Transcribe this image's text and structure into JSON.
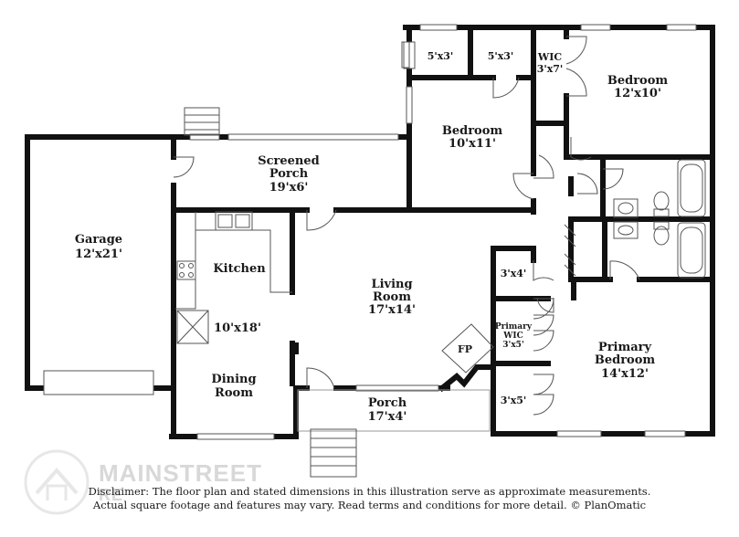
{
  "rooms": {
    "garage": {
      "name": "Garage",
      "size": "12'x21'"
    },
    "screened_porch": {
      "name1": "Screened",
      "name2": "Porch",
      "size": "19'x6'"
    },
    "kitchen": {
      "name": "Kitchen",
      "size": "10'x18'"
    },
    "dining": {
      "name1": "Dining",
      "name2": "Room"
    },
    "living": {
      "name1": "Living",
      "name2": "Room",
      "size": "17'x14'"
    },
    "porch": {
      "name": "Porch",
      "size": "17'x4'"
    },
    "bedroom_mid": {
      "name": "Bedroom",
      "size": "10'x11'"
    },
    "bedroom_top": {
      "name": "Bedroom",
      "size": "12'x10'"
    },
    "closet_a": {
      "size": "5'x3'"
    },
    "closet_b": {
      "size": "5'x3'"
    },
    "wic": {
      "name": "WIC",
      "size": "3'x7'"
    },
    "closet_c": {
      "size": "3'x4'"
    },
    "primary_wic": {
      "name1": "Primary",
      "name2": "WIC",
      "size": "3'x5'"
    },
    "closet_d": {
      "size": "3'x5'"
    },
    "primary_bedroom": {
      "name1": "Primary",
      "name2": "Bedroom",
      "size": "14'x12'"
    },
    "fireplace": {
      "name": "FP"
    }
  },
  "disclaimer": {
    "line1": "Disclaimer: The floor plan and stated dimensions in this illustration serve as approximate measurements.",
    "line2": "Actual square footage and features may vary. Read terms and conditions for more detail. © PlanOmatic"
  },
  "watermark": {
    "line1": "MAINSTREET",
    "line2": "RE"
  },
  "colors": {
    "wall": "#111111",
    "fixture": "#555555",
    "watermark": "#d8d8d8"
  }
}
